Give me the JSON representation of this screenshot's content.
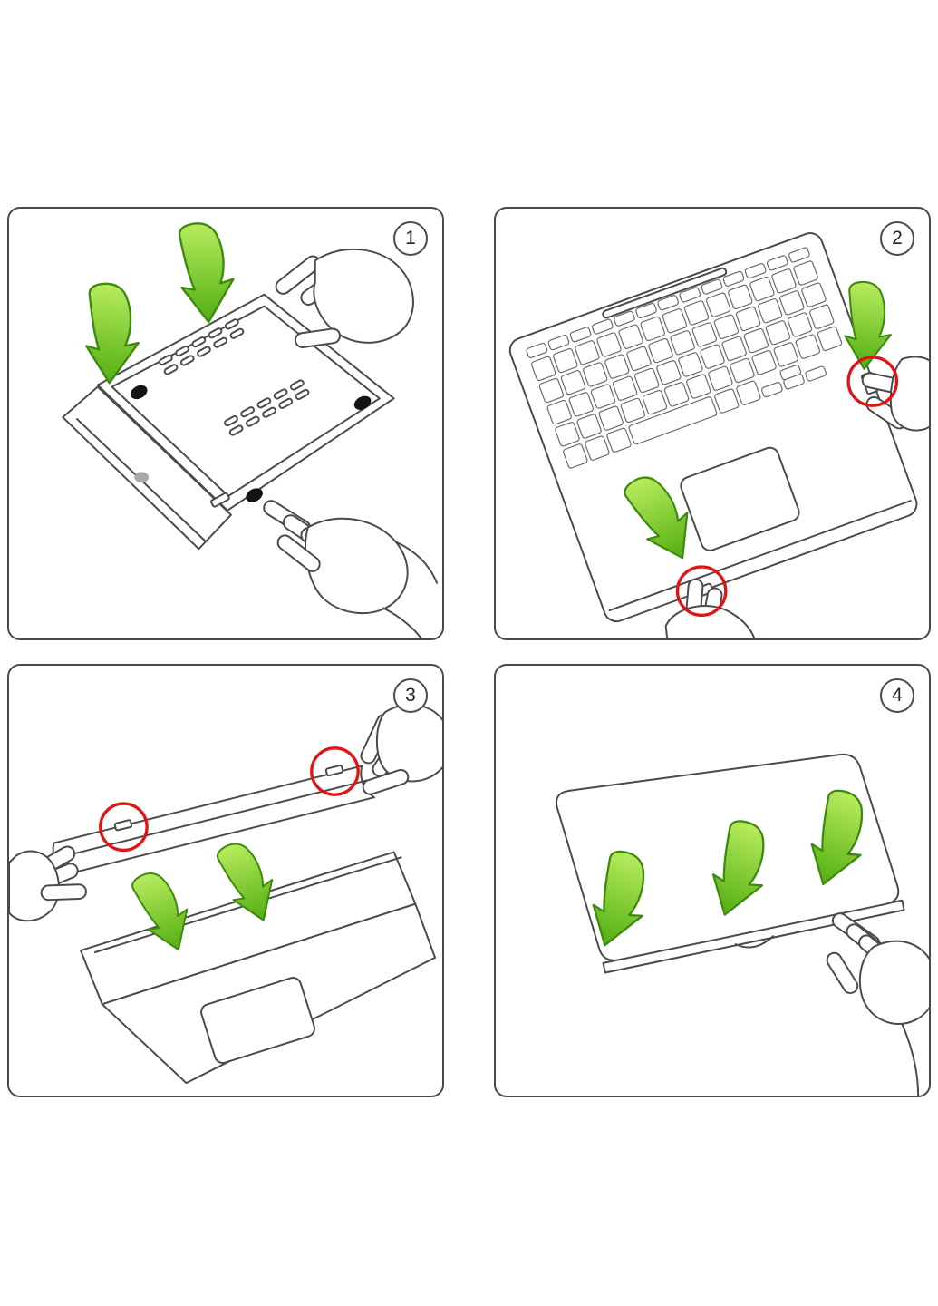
{
  "document": {
    "kind": "laptop-hard-case-installation-instruction-sheet",
    "background": "#ffffff"
  },
  "colors": {
    "outline": "#4a4a4a",
    "panel_border": "#4a4a4a",
    "arrow_green_light": "#b8ec5e",
    "arrow_green_dark": "#53ae12",
    "arrow_stroke": "#3c8a0e",
    "highlight_red": "#e01414",
    "foot_black": "#141414"
  },
  "icons": {
    "green_arrow": "green-arrow-icon",
    "clip_highlight": "clip-highlight-circle"
  },
  "panels": [
    {
      "number": "1",
      "illustration": "attach-bottom-case-half",
      "green_arrows": 2,
      "red_highlights": 0,
      "hands": 2
    },
    {
      "number": "2",
      "illustration": "snap-keyboard-deck-edge-clips",
      "green_arrows": 2,
      "red_highlights": 2,
      "hands": 2
    },
    {
      "number": "3",
      "illustration": "align-top-cover-clips",
      "green_arrows": 2,
      "red_highlights": 2,
      "hands": 2
    },
    {
      "number": "4",
      "illustration": "press-lid-cover-down",
      "green_arrows": 3,
      "red_highlights": 0,
      "hands": 1
    }
  ]
}
